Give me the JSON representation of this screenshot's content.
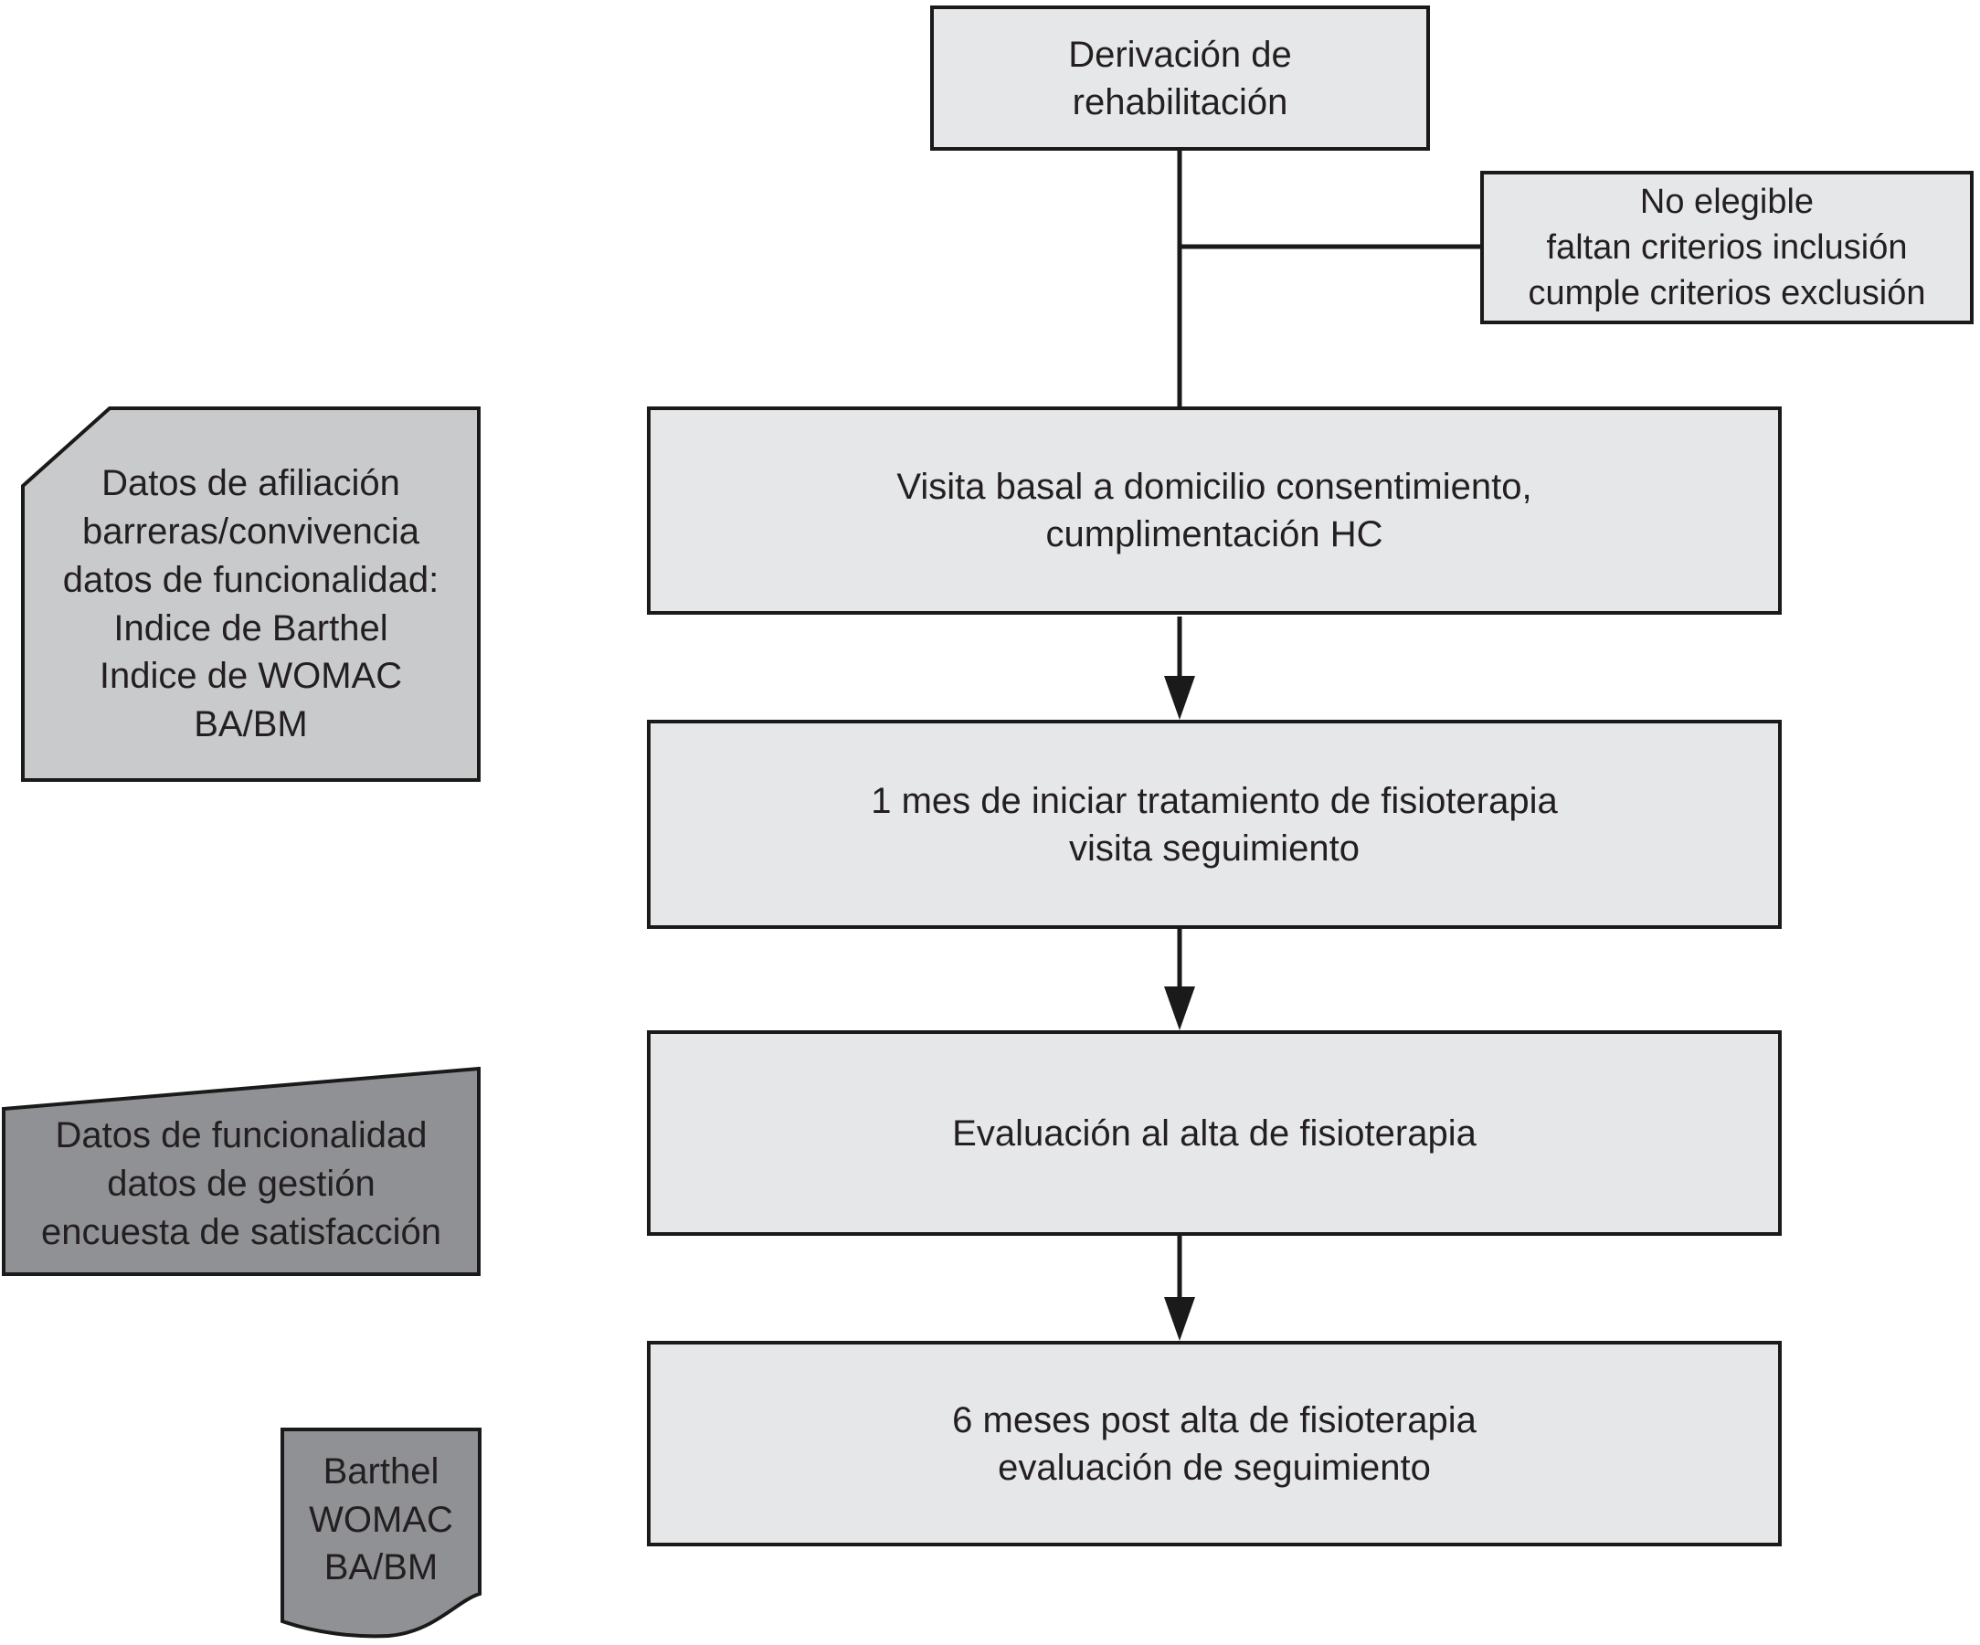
{
  "diagram": {
    "top_box": {
      "label": "Derivación de\nrehabilitación"
    },
    "exclusion_box": {
      "label": "No elegible\nfaltan criterios inclusión\ncumple criterios exclusión"
    },
    "steps": [
      {
        "label": "Visita basal a domicilio consentimiento,\ncumplimentación HC"
      },
      {
        "label": "1 mes de iniciar tratamiento de fisioterapia\nvisita seguimiento"
      },
      {
        "label": "Evaluación al alta de fisioterapia"
      },
      {
        "label": "6 meses post alta de fisioterapia\nevaluación de seguimiento"
      }
    ],
    "notes": [
      {
        "label": "Datos de afiliación\nbarreras/convivencia\ndatos de funcionalidad:\nIndice de Barthel\nIndice de WOMAC\nBA/BM",
        "style": "light-gray"
      },
      {
        "label": "Datos de funcionalidad\ndatos de gestión\nencuesta de satisfacción",
        "style": "dark-gray"
      },
      {
        "label": "Barthel\nWOMAC\nBA/BM",
        "style": "dark-gray"
      }
    ],
    "colors": {
      "box_fill": "#e6e7e9",
      "note_light_fill": "#c9cacc",
      "note_dark_fill": "#909195",
      "line": "#1a1a1a",
      "text": "#231f20"
    }
  }
}
